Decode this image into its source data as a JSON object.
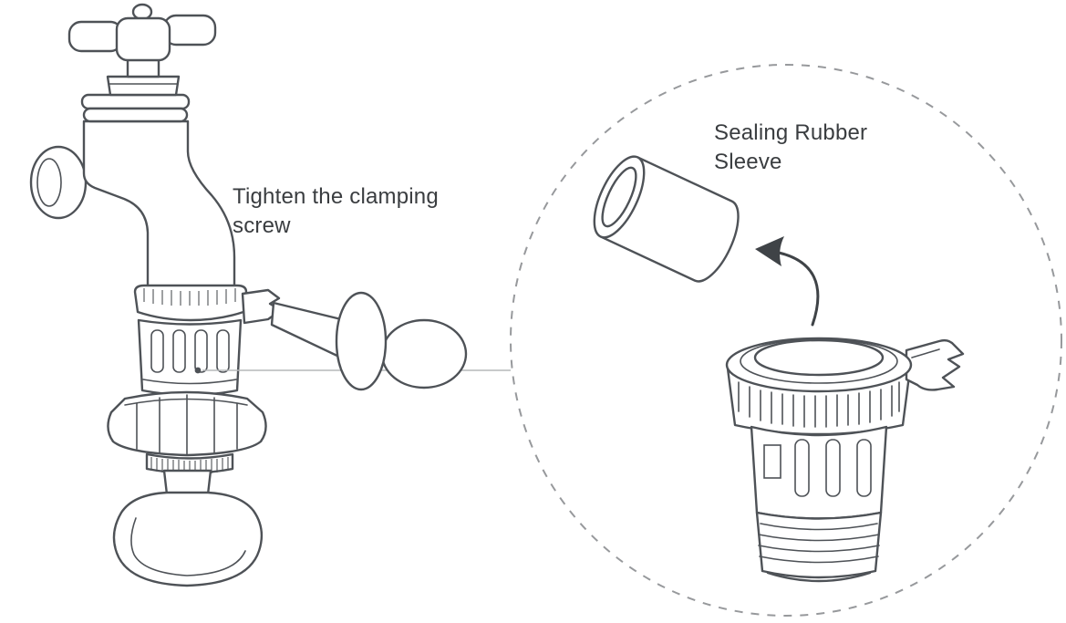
{
  "figure": {
    "type": "installation-instruction-diagram",
    "background_color": "#ffffff",
    "line_color": "#4e5257",
    "muted_line_color": "#b5b8ba",
    "dash_circle_color": "#97999c",
    "text_color": "#3a3d40",
    "labels": {
      "clamping_screw": "Tighten the clamping screw",
      "sealing_sleeve": "Sealing Rubber Sleeve"
    },
    "parts": [
      "tap-cross-handle",
      "faucet-body",
      "clamping-adapter",
      "clamping-screw",
      "lock-nut",
      "lever-handle",
      "detail-callout-circle",
      "sealing-rubber-sleeve",
      "adapter-detail",
      "direction-arrow"
    ]
  }
}
